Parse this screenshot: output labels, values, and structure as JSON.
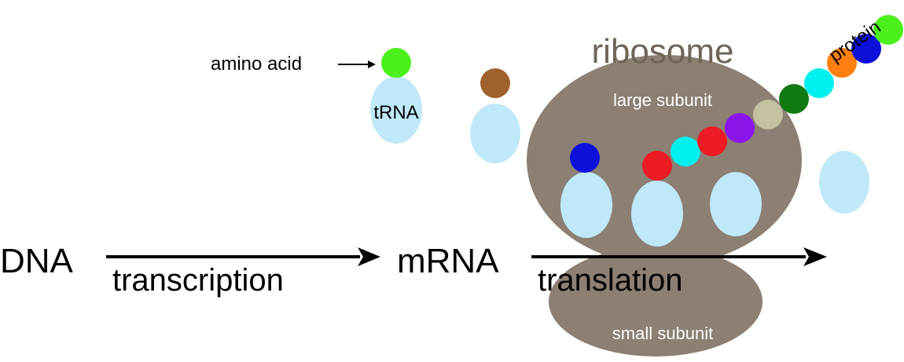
{
  "labels": {
    "dna": "DNA",
    "mrna": "mRNA",
    "transcription": "transcription",
    "translation": "translation",
    "ribosome": "ribosome",
    "large_subunit": "large subunit",
    "small_subunit": "small subunit",
    "amino_acid": "amino acid",
    "trna": "tRNA",
    "protein": "protein"
  },
  "colors": {
    "ribosome": "#8c7f73",
    "ribosome_text": "#6e6458",
    "trna": "#bfe8f8",
    "arrow": "#000000"
  },
  "amino_acid_colors": {
    "free_trna_amino_acid": "#4cf01a",
    "incoming_trna_amino_acid": "#a0622d",
    "site_1_amino_acid": "#0d10d8",
    "chain": [
      "#ec1b24",
      "#00f0f0",
      "#ec1b24",
      "#8a15e8",
      "#c4c1a0",
      "#107a10",
      "#00f0f0",
      "#ff7f10",
      "#0d10d8",
      "#4cf01a"
    ]
  }
}
